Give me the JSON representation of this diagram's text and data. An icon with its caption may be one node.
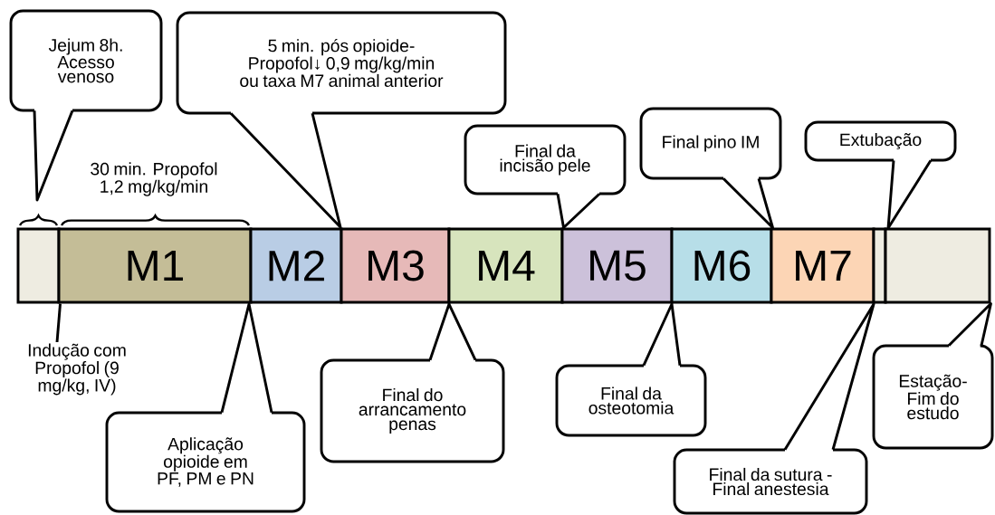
{
  "diagram": {
    "nodes": [
      {
        "text": [
          "Jejum 8h. Acesso venoso"
        ]
      },
      {
        "text": [
          "5 min. pós opioide- Propofol↓ 0,9 mg/kg/min ou taxa M7 animal anterior"
        ]
      },
      {
        "text": [
          "Final da incisão pele"
        ]
      },
      {
        "text": [
          "Final pino IM"
        ]
      },
      {
        "text": [
          "Extubação"
        ]
      },
      {
        "text": [],
        "shape": "box"
      },
      {
        "text": [
          "M1"
        ]
      },
      {
        "text": [
          "M2"
        ]
      },
      {
        "text": [
          "M3"
        ]
      },
      {
        "text": [
          "M4"
        ]
      },
      {
        "text": [
          "M5"
        ]
      },
      {
        "text": [
          "M6"
        ]
      },
      {
        "text": [
          "M7"
        ]
      },
      {
        "text": [],
        "shape": "box"
      },
      {
        "text": [],
        "shape": "box"
      },
      {
        "text": [
          "Indução  com Propofol (9 mg/kg, IV)"
        ]
      },
      {
        "text": [
          "Aplicação opioide em PF, PM e PN"
        ]
      },
      {
        "text": [
          "Final do arrancamento penas"
        ]
      },
      {
        "text": [
          "Final da osteotomia"
        ]
      },
      {
        "text": [
          "Final da sutura -Final anestesia"
        ]
      },
      {
        "text": [
          "Estação- Fim do estudo"
        ]
      }
    ],
    "edges": [
      {
        "from": 0,
        "to": null,
        "arrow": "none"
      },
      {
        "from": 1,
        "to": null,
        "arrow": "none"
      },
      {
        "from": 2,
        "to": 9,
        "arrow": "none"
      },
      {
        "from": 3,
        "to": 11,
        "arrow": "none"
      },
      {
        "from": 4,
        "to": null,
        "arrow": "none"
      },
      {
        "from": 15,
        "to": 5,
        "arrow": "none"
      },
      {
        "from": 16,
        "to": null,
        "arrow": "none"
      },
      {
        "from": 17,
        "to": null,
        "arrow": "none"
      },
      {
        "from": 18,
        "to": null,
        "arrow": "none"
      },
      {
        "from": 19,
        "to": null,
        "arrow": "none"
      },
      {
        "from": 20,
        "to": 14,
        "arrow": "none"
      }
    ],
    "labels": [
      "30 min. Propofol 1,2 mg/kg/min"
    ]
  }
}
